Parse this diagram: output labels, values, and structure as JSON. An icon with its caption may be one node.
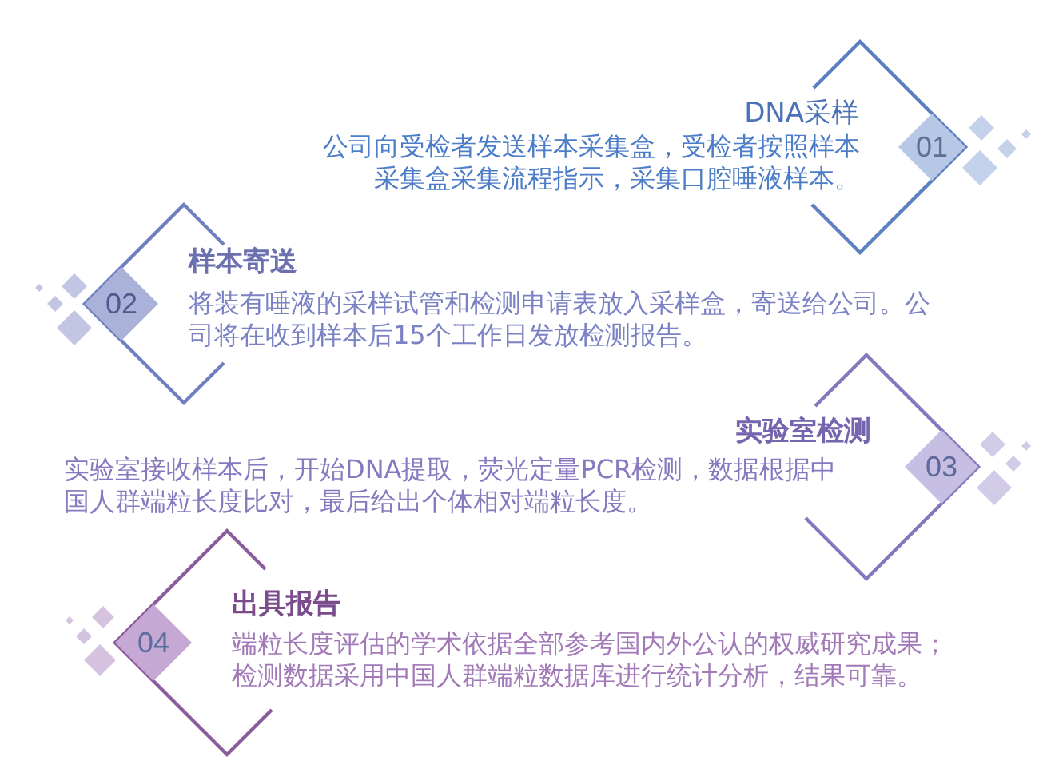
{
  "diagram": {
    "nodes": [
      {
        "text": [
          "01"
        ],
        "beside": [
          "DNA采样",
          "公司向受检者发送样本采集盒，受检者按照样本采集盒采集流程指示，采集口腔唾液样本。"
        ]
      },
      {
        "text": [
          "02"
        ],
        "beside": [
          "样本寄送",
          "将装有唾液的采样试管和检测申请表放入采样盒，寄送给公司。公司将在收到样本后15个工作日发放检测报告。"
        ]
      },
      {
        "text": [
          "03"
        ],
        "beside": [
          "实验室检测",
          "实验室接收样本后，开始DNA提取，荧光定量PCR检测，数据根据中国人群端粒长度比对，最后给出个体相对端粒长度。"
        ]
      },
      {
        "text": [
          "04"
        ],
        "beside": [
          "出具报告",
          "端粒长度评估的学术依据全部参考国内外公认的权威研究成果；检测数据采用中国人群端粒数据库进行统计分析，结果可靠。"
        ]
      }
    ]
  }
}
